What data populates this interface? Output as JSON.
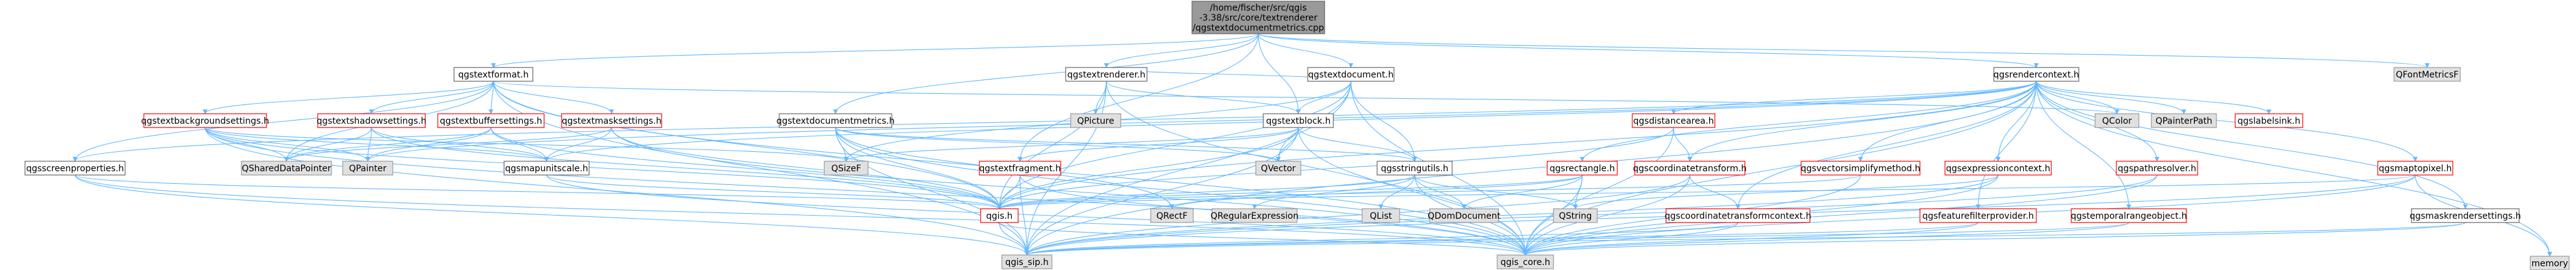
{
  "colors": {
    "root_fill": "#999999",
    "root_border": "#666666",
    "documented_fill": "#ffffff",
    "documented_border": "#666666",
    "undocumented_fill": "#e0e0e0",
    "undocumented_border": "#999999",
    "red_border": "#ff0000",
    "edge": "#63b8ff"
  },
  "nodes": [
    {
      "id": "root",
      "lines": [
        "/home/fischer/src/qgis",
        "-3.38/src/core/textrenderer",
        "/qgstextdocumentmetrics.cpp"
      ],
      "kind": "root"
    },
    {
      "id": "qgstextformat",
      "lines": [
        "qgstextformat.h"
      ],
      "kind": "documented"
    },
    {
      "id": "qgstextrenderer",
      "lines": [
        "qgstextrenderer.h"
      ],
      "kind": "documented"
    },
    {
      "id": "qgstextdocument",
      "lines": [
        "qgstextdocument.h"
      ],
      "kind": "documented"
    },
    {
      "id": "qgsrendercontext",
      "lines": [
        "qgsrendercontext.h"
      ],
      "kind": "documented"
    },
    {
      "id": "qfontmetricsf",
      "lines": [
        "QFontMetricsF"
      ],
      "kind": "undocumented"
    },
    {
      "id": "qgstextbackgroundsettings",
      "lines": [
        "qgstextbackgroundsettings.h"
      ],
      "kind": "red"
    },
    {
      "id": "qgstextshadowsettings",
      "lines": [
        "qgstextshadowsettings.h"
      ],
      "kind": "red"
    },
    {
      "id": "qgstextbuffersettings",
      "lines": [
        "qgstextbuffersettings.h"
      ],
      "kind": "red"
    },
    {
      "id": "qgstextmasksettings",
      "lines": [
        "qgstextmasksettings.h"
      ],
      "kind": "red"
    },
    {
      "id": "qgstextdocumentmetrics",
      "lines": [
        "qgstextdocumentmetrics.h"
      ],
      "kind": "documented"
    },
    {
      "id": "qpicture",
      "lines": [
        "QPicture"
      ],
      "kind": "undocumented"
    },
    {
      "id": "qgstextblock",
      "lines": [
        "qgstextblock.h"
      ],
      "kind": "documented"
    },
    {
      "id": "qcolor",
      "lines": [
        "QColor"
      ],
      "kind": "undocumented"
    },
    {
      "id": "qpainterpath",
      "lines": [
        "QPainterPath"
      ],
      "kind": "undocumented"
    },
    {
      "id": "qgslabelsink",
      "lines": [
        "qgslabelsink.h"
      ],
      "kind": "red"
    },
    {
      "id": "qgsdistancearea",
      "lines": [
        "qgsdistancearea.h"
      ],
      "kind": "red"
    },
    {
      "id": "qgsscreenproperties",
      "lines": [
        "qgsscreenproperties.h"
      ],
      "kind": "documented"
    },
    {
      "id": "qshareddatapointer",
      "lines": [
        "QSharedDataPointer"
      ],
      "kind": "undocumented"
    },
    {
      "id": "qpainter",
      "lines": [
        "QPainter"
      ],
      "kind": "undocumented"
    },
    {
      "id": "qgsmapunitscale",
      "lines": [
        "qgsmapunitscale.h"
      ],
      "kind": "documented"
    },
    {
      "id": "qsizef",
      "lines": [
        "QSizeF"
      ],
      "kind": "undocumented"
    },
    {
      "id": "qgstextfragment",
      "lines": [
        "qgstextfragment.h"
      ],
      "kind": "red"
    },
    {
      "id": "qvector",
      "lines": [
        "QVector"
      ],
      "kind": "undocumented"
    },
    {
      "id": "qgsstringutils",
      "lines": [
        "qgsstringutils.h"
      ],
      "kind": "documented"
    },
    {
      "id": "qgsrectangle",
      "lines": [
        "qgsrectangle.h"
      ],
      "kind": "red"
    },
    {
      "id": "qgscoordinatetransform",
      "lines": [
        "qgscoordinatetransform.h"
      ],
      "kind": "red"
    },
    {
      "id": "qgsvectorsimplifymethod",
      "lines": [
        "qgsvectorsimplifymethod.h"
      ],
      "kind": "red"
    },
    {
      "id": "qgsexpressioncontext",
      "lines": [
        "qgsexpressioncontext.h"
      ],
      "kind": "red"
    },
    {
      "id": "qgspathresolver",
      "lines": [
        "qgspathresolver.h"
      ],
      "kind": "red"
    },
    {
      "id": "qgsmaptopixel",
      "lines": [
        "qgsmaptopixel.h"
      ],
      "kind": "red"
    },
    {
      "id": "qgsh",
      "lines": [
        "qgis.h"
      ],
      "kind": "red"
    },
    {
      "id": "qrectf",
      "lines": [
        "QRectF"
      ],
      "kind": "undocumented"
    },
    {
      "id": "qregularexpression",
      "lines": [
        "QRegularExpression"
      ],
      "kind": "undocumented"
    },
    {
      "id": "qlist",
      "lines": [
        "QList"
      ],
      "kind": "undocumented"
    },
    {
      "id": "qdomdocument",
      "lines": [
        "QDomDocument"
      ],
      "kind": "undocumented"
    },
    {
      "id": "qstring",
      "lines": [
        "QString"
      ],
      "kind": "undocumented"
    },
    {
      "id": "qgscoordinatetransformcontext",
      "lines": [
        "qgscoordinatetransformcontext.h"
      ],
      "kind": "red"
    },
    {
      "id": "qgsfeaturefilterprovider",
      "lines": [
        "qgsfeaturefilterprovider.h"
      ],
      "kind": "red"
    },
    {
      "id": "qgstemporalrangeobject",
      "lines": [
        "qgstemporalrangeobject.h"
      ],
      "kind": "red"
    },
    {
      "id": "qgsmaskrendersettings",
      "lines": [
        "qgsmaskrendersettings.h"
      ],
      "kind": "documented"
    },
    {
      "id": "memory",
      "lines": [
        "memory"
      ],
      "kind": "undocumented"
    },
    {
      "id": "qgis_sip",
      "lines": [
        "qgis_sip.h"
      ],
      "kind": "undocumented"
    },
    {
      "id": "qgis_core",
      "lines": [
        "qgis_core.h"
      ],
      "kind": "undocumented"
    }
  ],
  "edges": [
    [
      "root",
      "qgstextformat"
    ],
    [
      "root",
      "qgstextrenderer"
    ],
    [
      "root",
      "qgstextdocument"
    ],
    [
      "root",
      "qgsrendercontext"
    ],
    [
      "root",
      "qfontmetricsf"
    ],
    [
      "root",
      "qgstextdocumentmetrics"
    ],
    [
      "root",
      "qgstextblock"
    ],
    [
      "root",
      "qgstextfragment"
    ],
    [
      "qgstextformat",
      "qgstextbackgroundsettings"
    ],
    [
      "qgstextformat",
      "qgstextshadowsettings"
    ],
    [
      "qgstextformat",
      "qgstextbuffersettings"
    ],
    [
      "qgstextformat",
      "qgstextmasksettings"
    ],
    [
      "qgstextformat",
      "qgsscreenproperties"
    ],
    [
      "qgstextformat",
      "qgsh"
    ],
    [
      "qgstextformat",
      "qgis_sip"
    ],
    [
      "qgstextformat",
      "qgis_core"
    ],
    [
      "qgstextformat",
      "qcolor"
    ],
    [
      "qgstextformat",
      "qshareddatapointer"
    ],
    [
      "qgstextrenderer",
      "qpicture"
    ],
    [
      "qgstextrenderer",
      "qgstextblock"
    ],
    [
      "qgstextrenderer",
      "qgsh"
    ],
    [
      "qgstextrenderer",
      "qgis_core"
    ],
    [
      "qgstextrenderer",
      "qgis_sip"
    ],
    [
      "qgstextrenderer",
      "qgstextdocument"
    ],
    [
      "qgstextdocument",
      "qgstextblock"
    ],
    [
      "qgstextdocument",
      "qvector"
    ],
    [
      "qgstextdocument",
      "qgsstringutils"
    ],
    [
      "qgstextdocument",
      "qgis_core"
    ],
    [
      "qgstextdocument",
      "qgis_sip"
    ],
    [
      "qgstextdocument",
      "qgsh"
    ],
    [
      "qgstextdocument",
      "qsizef"
    ],
    [
      "qgsrendercontext",
      "qcolor"
    ],
    [
      "qgsrendercontext",
      "qpainterpath"
    ],
    [
      "qgsrendercontext",
      "qgslabelsink"
    ],
    [
      "qgsrendercontext",
      "qgsdistancearea"
    ],
    [
      "qgsrendercontext",
      "qgsrectangle"
    ],
    [
      "qgsrendercontext",
      "qgscoordinatetransform"
    ],
    [
      "qgsrendercontext",
      "qgsvectorsimplifymethod"
    ],
    [
      "qgsrendercontext",
      "qgsexpressioncontext"
    ],
    [
      "qgsrendercontext",
      "qgspathresolver"
    ],
    [
      "qgsrendercontext",
      "qgsmaptopixel"
    ],
    [
      "qgsrendercontext",
      "qgsmaskrendersettings"
    ],
    [
      "qgsrendercontext",
      "memory"
    ],
    [
      "qgsrendercontext",
      "qgis_core"
    ],
    [
      "qgsrendercontext",
      "qgis_sip"
    ],
    [
      "qgsrendercontext",
      "qgsfeaturefilterprovider"
    ],
    [
      "qgsrendercontext",
      "qgstemporalrangeobject"
    ],
    [
      "qgsrendercontext",
      "qgscoordinatetransformcontext"
    ],
    [
      "qgsrendercontext",
      "qgsmapunitscale"
    ],
    [
      "qgsrendercontext",
      "qpainter"
    ],
    [
      "qgsrendercontext",
      "qgsh"
    ],
    [
      "qgsrendercontext",
      "qgsscreenproperties"
    ],
    [
      "qgstextbackgroundsettings",
      "qshareddatapointer"
    ],
    [
      "qgstextbackgroundsettings",
      "qpainter"
    ],
    [
      "qgstextbackgroundsettings",
      "qgsmapunitscale"
    ],
    [
      "qgstextbackgroundsettings",
      "qsizef"
    ],
    [
      "qgstextbackgroundsettings",
      "qgsh"
    ],
    [
      "qgstextbackgroundsettings",
      "qgis_core"
    ],
    [
      "qgstextbackgroundsettings",
      "qgis_sip"
    ],
    [
      "qgstextshadowsettings",
      "qshareddatapointer"
    ],
    [
      "qgstextshadowsettings",
      "qpainter"
    ],
    [
      "qgstextshadowsettings",
      "qgsmapunitscale"
    ],
    [
      "qgstextshadowsettings",
      "qgsh"
    ],
    [
      "qgstextbuffersettings",
      "qshareddatapointer"
    ],
    [
      "qgstextbuffersettings",
      "qpainter"
    ],
    [
      "qgstextbuffersettings",
      "qgsmapunitscale"
    ],
    [
      "qgstextbuffersettings",
      "qgsh"
    ],
    [
      "qgstextmasksettings",
      "qshareddatapointer"
    ],
    [
      "qgstextmasksettings",
      "qgsmapunitscale"
    ],
    [
      "qgstextmasksettings",
      "qgsh"
    ],
    [
      "qgstextmasksettings",
      "qgis_core"
    ],
    [
      "qgstextdocumentmetrics",
      "qgis_core"
    ],
    [
      "qgstextdocumentmetrics",
      "qgis_sip"
    ],
    [
      "qgstextdocumentmetrics",
      "qsizef"
    ],
    [
      "qgstextdocumentmetrics",
      "qrectf"
    ],
    [
      "qgstextdocumentmetrics",
      "qgsh"
    ],
    [
      "qgstextdocumentmetrics",
      "qgsstringutils"
    ],
    [
      "qgstextdocumentmetrics",
      "qvector"
    ],
    [
      "qgstextblock",
      "qgstextfragment"
    ],
    [
      "qgstextblock",
      "qvector"
    ],
    [
      "qgstextblock",
      "qgsstringutils"
    ],
    [
      "qgstextblock",
      "qgis_core"
    ],
    [
      "qgstextblock",
      "qgis_sip"
    ],
    [
      "qgstextblock",
      "qsizef"
    ],
    [
      "qgstextblock",
      "qgsh"
    ],
    [
      "qgstextfragment",
      "qgsh"
    ],
    [
      "qgstextfragment",
      "qgis_core"
    ],
    [
      "qgstextfragment",
      "qgis_sip"
    ],
    [
      "qgsscreenproperties",
      "qgsh"
    ],
    [
      "qgsscreenproperties",
      "qgis_core"
    ],
    [
      "qgsscreenproperties",
      "qgis_sip"
    ],
    [
      "qgsmapunitscale",
      "qgsh"
    ],
    [
      "qgsmapunitscale",
      "qgis_core"
    ],
    [
      "qgsstringutils",
      "qgis_core"
    ],
    [
      "qgsstringutils",
      "qregularexpression"
    ],
    [
      "qgsstringutils",
      "qlist"
    ],
    [
      "qgsstringutils",
      "qdomdocument"
    ],
    [
      "qgsstringutils",
      "qstring"
    ],
    [
      "qgsstringutils",
      "qgsh"
    ],
    [
      "qgsdistancearea",
      "qgscoordinatetransform"
    ],
    [
      "qgsdistancearea",
      "qgis_core"
    ],
    [
      "qgsdistancearea",
      "qgsh"
    ],
    [
      "qgsrectangle",
      "qdomdocument"
    ],
    [
      "qgsrectangle",
      "qrectf"
    ],
    [
      "qgsrectangle",
      "qgis_core"
    ],
    [
      "qgsrectangle",
      "qgsh"
    ],
    [
      "qgsrectangle",
      "qstring"
    ],
    [
      "qgscoordinatetransform",
      "qgscoordinatetransformcontext"
    ],
    [
      "qgscoordinatetransform",
      "qgis_core"
    ],
    [
      "qgscoordinatetransform",
      "qgis_sip"
    ],
    [
      "qgsvectorsimplifymethod",
      "qgis_core"
    ],
    [
      "qgsvectorsimplifymethod",
      "qgsh"
    ],
    [
      "qgsexpressioncontext",
      "qgis_core"
    ],
    [
      "qgsexpressioncontext",
      "qgis_sip"
    ],
    [
      "qgsexpressioncontext",
      "qstring"
    ],
    [
      "qgspathresolver",
      "qgis_core"
    ],
    [
      "qgspathresolver",
      "qgis_sip"
    ],
    [
      "qgsmaptopixel",
      "qgis_core"
    ],
    [
      "qgsmaptopixel",
      "qgis_sip"
    ],
    [
      "qgsmaptopixel",
      "memory"
    ],
    [
      "qgsmaptopixel",
      "qgsh"
    ],
    [
      "qgsmaskrendersettings",
      "qgis_core"
    ],
    [
      "qgsmaskrendersettings",
      "qgis_sip"
    ],
    [
      "qgsh",
      "qgis_core"
    ],
    [
      "qgsh",
      "qgis_sip"
    ],
    [
      "qgscoordinatetransformcontext",
      "qgis_core"
    ],
    [
      "qgscoordinatetransformcontext",
      "qgis_sip"
    ],
    [
      "qgsfeaturefilterprovider",
      "qgis_core"
    ],
    [
      "qgsfeaturefilterprovider",
      "qgis_sip"
    ],
    [
      "qgstemporalrangeobject",
      "qgis_core"
    ],
    [
      "qgstemporalrangeobject",
      "qgis_sip"
    ]
  ]
}
